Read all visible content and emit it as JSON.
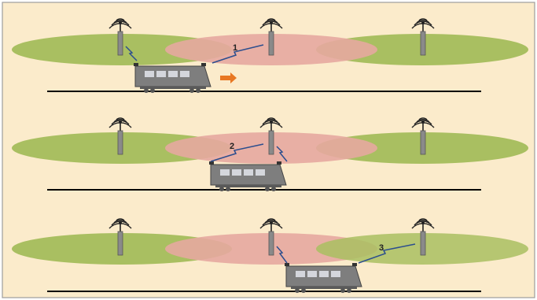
{
  "colors": {
    "background": "#FBEBCB",
    "border": "#9C9C9C",
    "coverage_outer": "#A9BF61",
    "coverage_center": "#E6A8A0",
    "track": "#000000",
    "train_body": "#7E7E7E",
    "train_window": "#D4D6DC",
    "link_line": "#2C4E8E",
    "arrow": "#E87722",
    "antenna": "#555555"
  },
  "icons": {
    "antenna": "radio-tower-icon",
    "train": "train-icon",
    "arrow": "right-arrow-icon",
    "link": "wireless-link-icon"
  },
  "scenes": [
    {
      "step_label": "1"
    },
    {
      "step_label": "2"
    },
    {
      "step_label": "3"
    }
  ]
}
